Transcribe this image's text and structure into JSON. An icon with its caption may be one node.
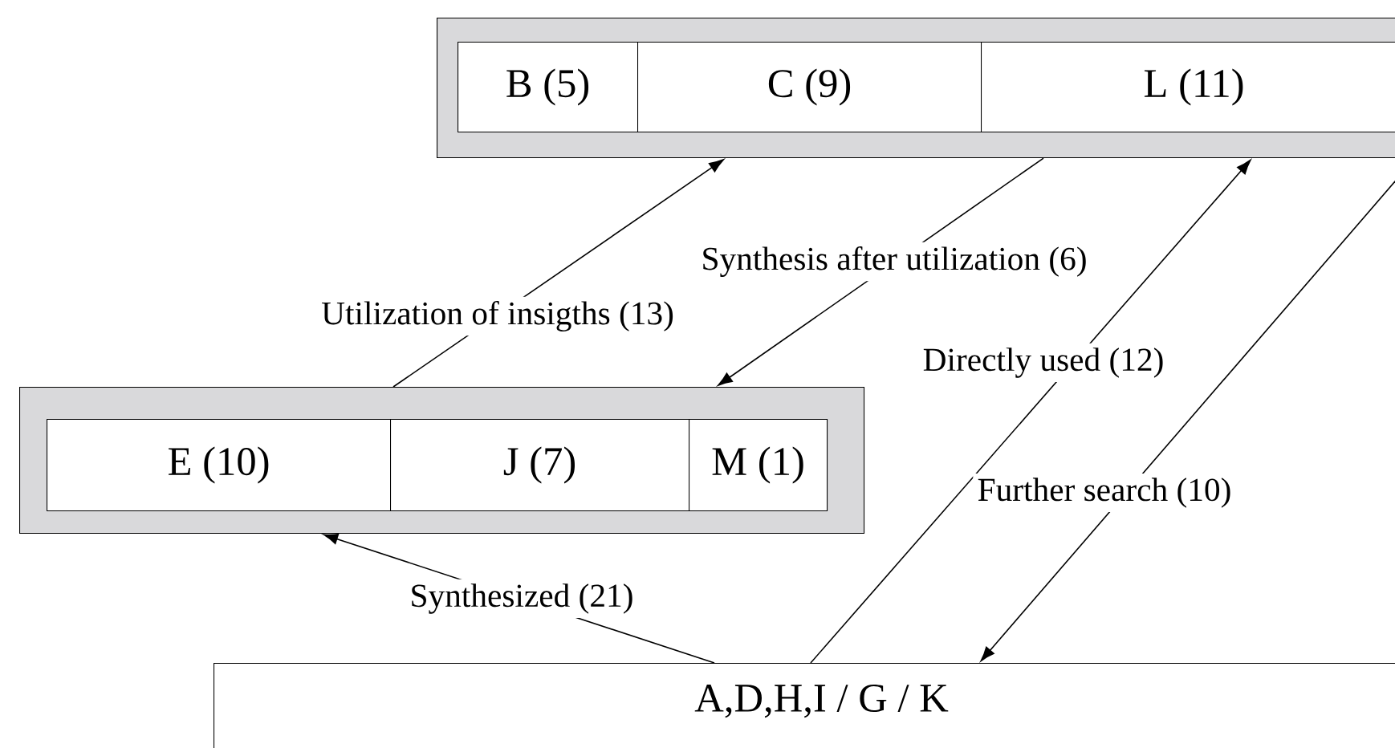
{
  "diagram": {
    "nodes": [
      {
        "text": [],
        "shape": "box"
      },
      {
        "text": [
          "B (5)"
        ],
        "in": 0
      },
      {
        "text": [
          "C (9)"
        ],
        "in": 0
      },
      {
        "text": [
          "L (11)"
        ],
        "in": 0
      },
      {
        "text": [],
        "shape": "box"
      },
      {
        "text": [
          "E (10)"
        ],
        "in": 4
      },
      {
        "text": [
          "J (7)"
        ],
        "in": 4
      },
      {
        "text": [
          "M (1)"
        ],
        "in": 4
      },
      {
        "text": [
          "A,D,H,I / G / K"
        ]
      }
    ],
    "edges": [
      {
        "from": 4,
        "to": 0,
        "arrow": "to",
        "label": "Utilization of insigths (13)"
      },
      {
        "from": 0,
        "to": 4,
        "arrow": "to",
        "label": "Synthesis after utilization (6)"
      },
      {
        "from": 8,
        "to": 0,
        "arrow": "to",
        "label": "Directly used (12)"
      },
      {
        "from": 0,
        "to": 8,
        "arrow": "to",
        "label": "Further search (10)"
      },
      {
        "from": 8,
        "to": 4,
        "arrow": "to",
        "label": "Synthesized (21)"
      }
    ]
  }
}
